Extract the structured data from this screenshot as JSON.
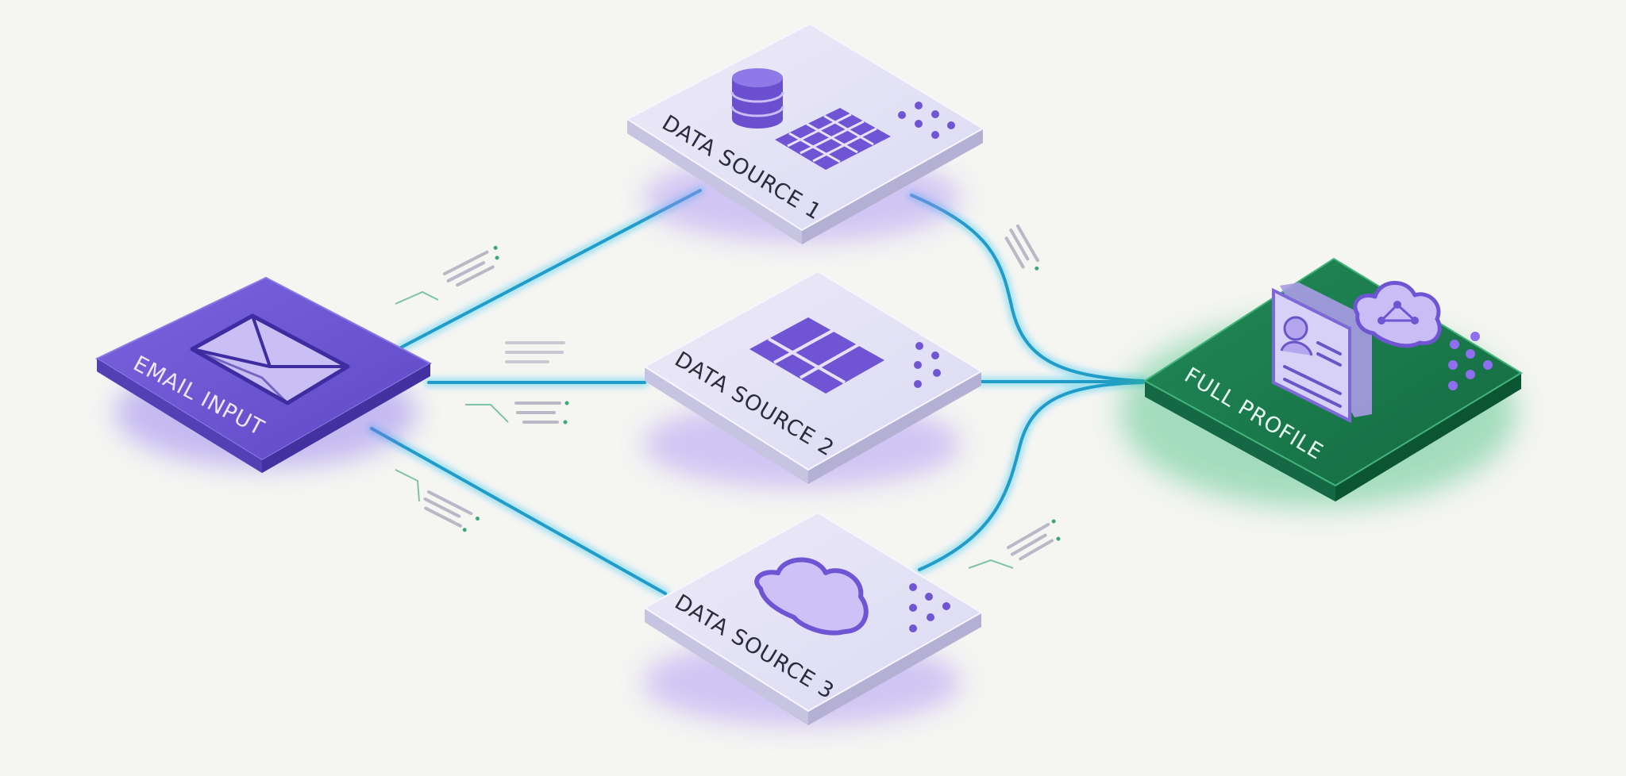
{
  "nodes": {
    "email_input": {
      "label": "EMAIL INPUT",
      "icon": "envelope-icon"
    },
    "source_1": {
      "label": "DATA SOURCE 1",
      "icon": "database-table-icon"
    },
    "source_2": {
      "label": "DATA SOURCE 2",
      "icon": "table-icon"
    },
    "source_3": {
      "label": "DATA SOURCE 3",
      "icon": "cloud-icon"
    },
    "full_profile": {
      "label": "FULL PROFILE",
      "icon": "profile-card-icon"
    }
  },
  "edges": [
    {
      "from": "email_input",
      "to": "source_1"
    },
    {
      "from": "email_input",
      "to": "source_2"
    },
    {
      "from": "email_input",
      "to": "source_3"
    },
    {
      "from": "source_1",
      "to": "full_profile"
    },
    {
      "from": "source_2",
      "to": "full_profile"
    },
    {
      "from": "source_3",
      "to": "full_profile"
    }
  ],
  "colors": {
    "background": "#f5f5f2",
    "email_tile": "#6b54cf",
    "source_tile": "#e4e2f6",
    "icon_purple": "#6f55d3",
    "profile_tile": "#1b7a4c",
    "connector": "#2aa7cf",
    "accent_green": "#3aa878"
  }
}
